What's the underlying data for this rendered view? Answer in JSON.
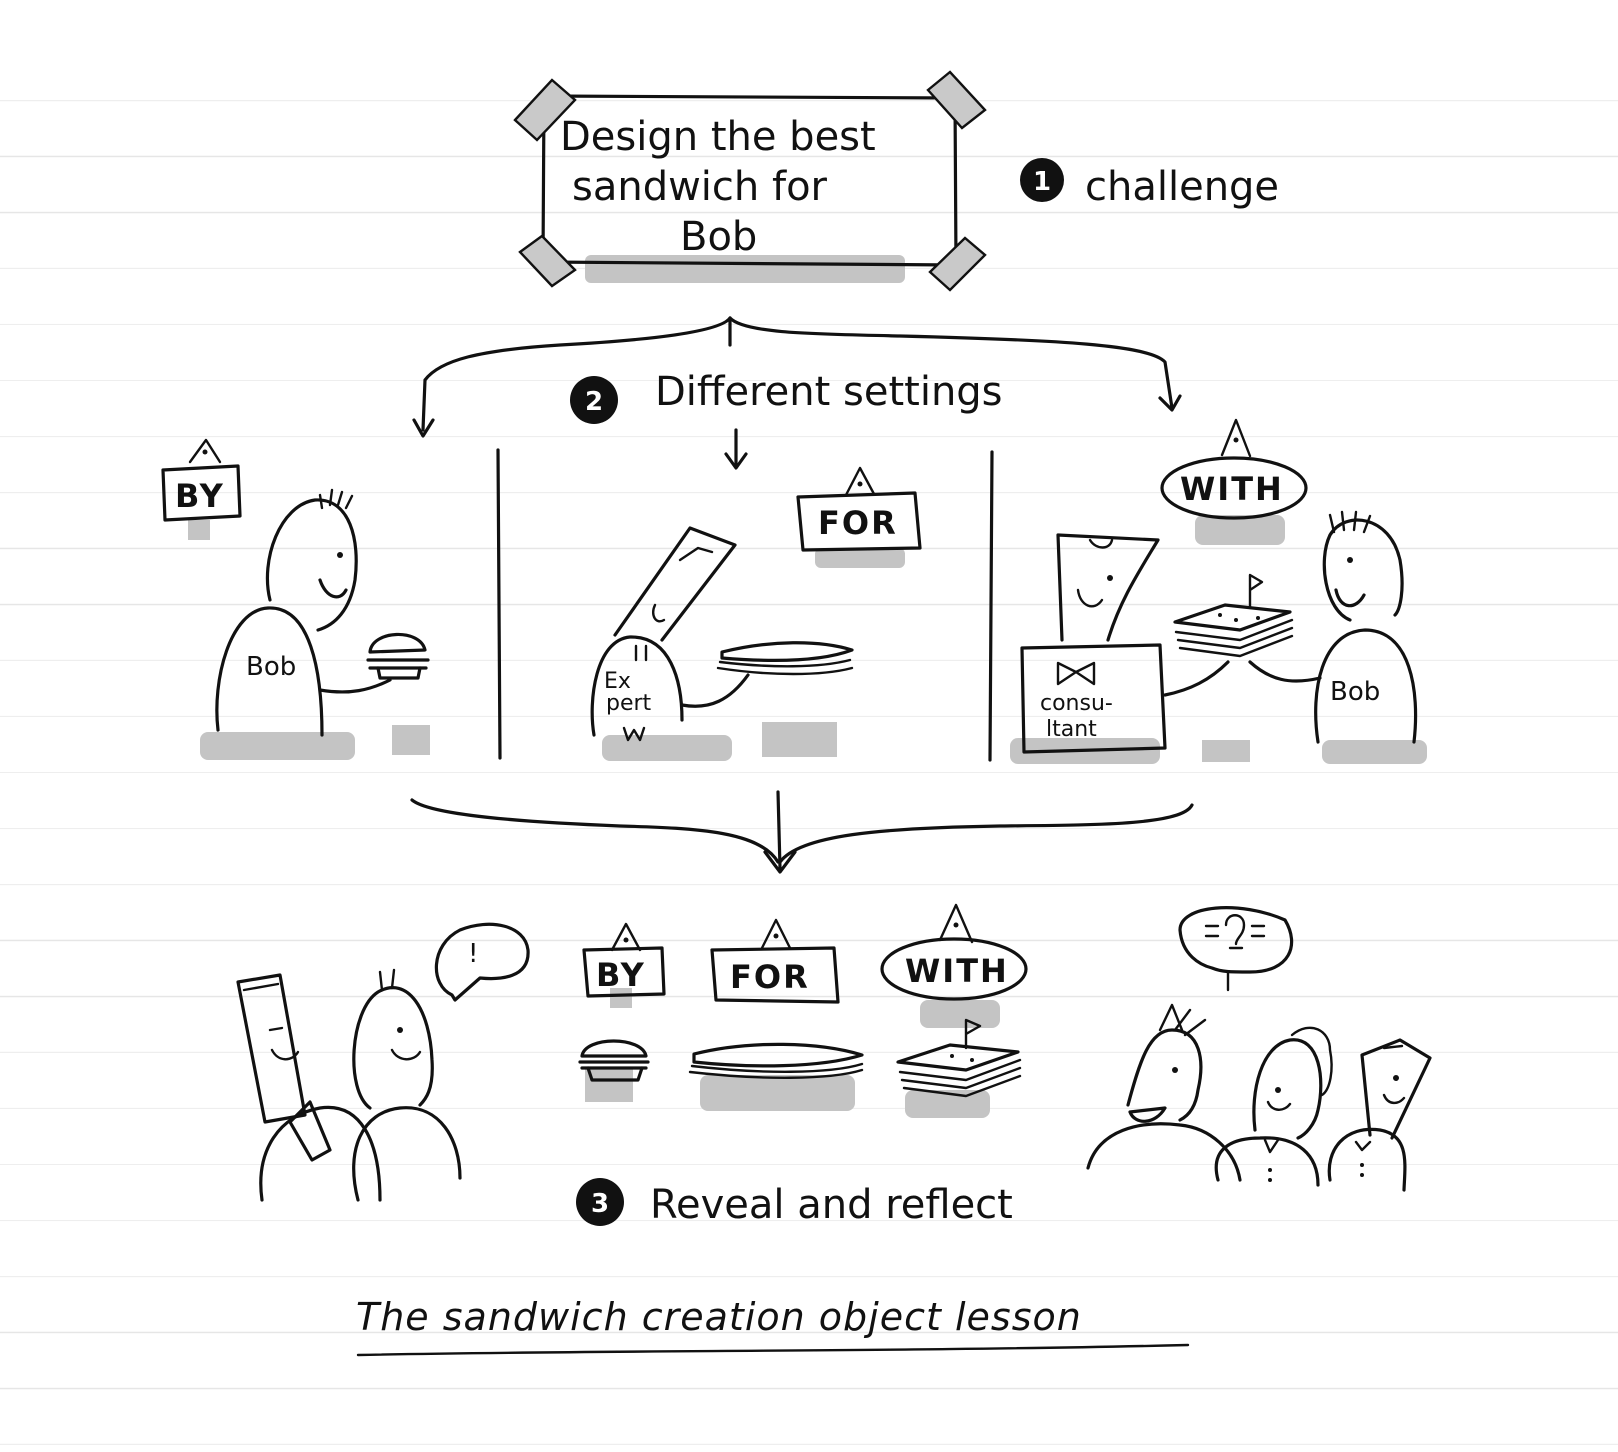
{
  "challenge_box": {
    "line1": "Design the best",
    "line2": "sandwich for",
    "line3": "Bob"
  },
  "steps": [
    {
      "number": "1",
      "label": "challenge"
    },
    {
      "number": "2",
      "label": "Different settings"
    },
    {
      "number": "3",
      "label": "Reveal and reflect"
    }
  ],
  "signs": {
    "by": "BY",
    "for": "FOR",
    "with": "WITH"
  },
  "people": {
    "bob": "Bob",
    "expert_line1": "Ex",
    "expert_line2": "pert",
    "consultant_line1": "consu-",
    "consultant_line2": "ltant"
  },
  "bubbles": {
    "exclaim": "!"
  },
  "caption": "The sandwich creation object lesson"
}
